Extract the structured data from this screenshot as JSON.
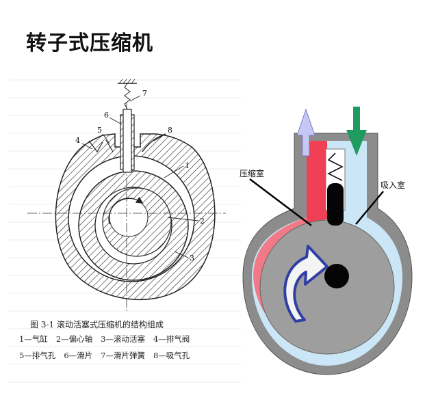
{
  "page": {
    "title": "转子式压缩机"
  },
  "figure": {
    "caption": "图 3-1    滚动活塞式压缩机的结构组成",
    "legend_row1": [
      "1—气缸",
      "2—偏心轴",
      "3—滚动活塞",
      "4—排气阀"
    ],
    "legend_row2": [
      "5—排气孔",
      "6—滑片",
      "7—滑片弹簧",
      "8—吸气孔"
    ],
    "callouts": [
      "1",
      "2",
      "3",
      "4",
      "5",
      "6",
      "7",
      "8"
    ]
  },
  "diagram": {
    "left_label": "压缩室",
    "right_label": "吸入室"
  }
}
